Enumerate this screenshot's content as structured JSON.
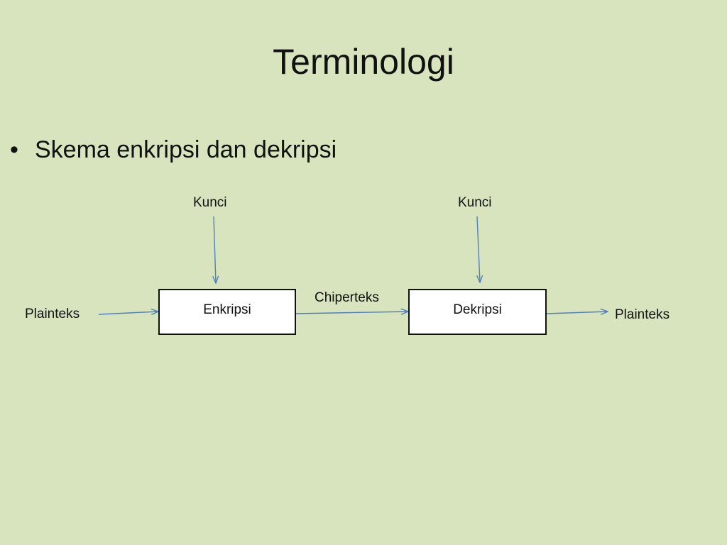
{
  "slide": {
    "title": "Terminologi",
    "bullet": "Skema enkripsi dan dekripsi",
    "background_color": "#d7e4bd",
    "arrow_color": "#4f81bd"
  },
  "diagram": {
    "input_label": "Plainteks",
    "key_label_encrypt": "Kunci",
    "key_label_decrypt": "Kunci",
    "encrypt_box": "Enkripsi",
    "cipher_label": "Chiperteks",
    "decrypt_box": "Dekripsi",
    "output_label": "Plainteks"
  }
}
